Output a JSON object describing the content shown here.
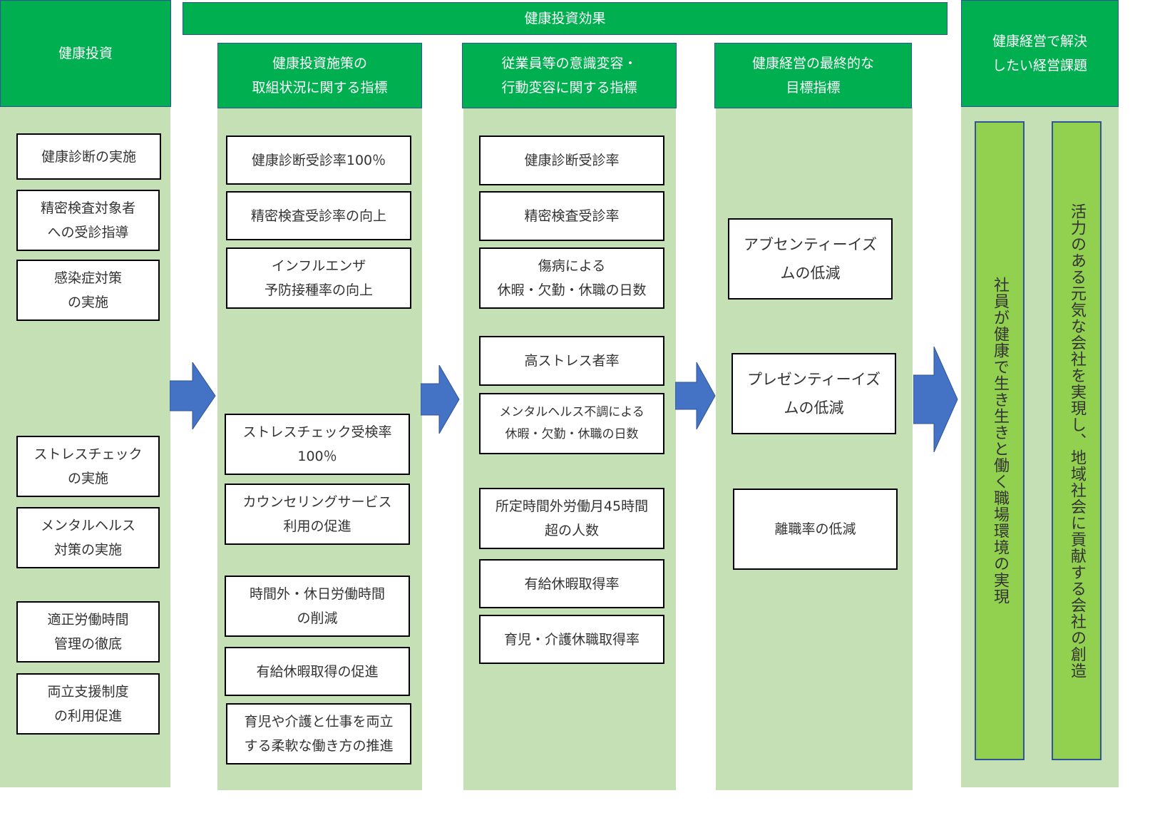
{
  "colors": {
    "header_green": "#00b050",
    "column_light_green": "#c5e0b4",
    "arrow_blue": "#4472c4",
    "vertical_box_green": "#92d050"
  },
  "headers": {
    "investment": "健康投資",
    "effect": "健康投資効果",
    "initiative": "健康投資施策の\n取組状況に関する指標",
    "awareness": "従業員等の意識変容・\n行動変容に関する指標",
    "final": "健康経営の最終的な\n目標指標",
    "issues": "健康経営で解決\nしたい経営課題"
  },
  "investment_items": [
    "健康診断の実施",
    "精密検査対象者\nへの受診指導",
    "感染症対策\nの実施",
    "ストレスチェック\nの実施",
    "メンタルヘルス\n対策の実施",
    "適正労働時間\n管理の徹底",
    "両立支援制度\nの利用促進"
  ],
  "initiative_items": [
    "健康診断受診率100％",
    "精密検査受診率の向上",
    "インフルエンザ\n予防接種率の向上",
    "ストレスチェック受検率\n100％",
    "カウンセリングサービス\n利用の促進",
    "時間外・休日労働時間\nの削減",
    "有給休暇取得の促進",
    "育児や介護と仕事を両立\nする柔軟な働き方の推進"
  ],
  "awareness_items": [
    "健康診断受診率",
    "精密検査受診率",
    "傷病による\n休暇・欠勤・休職の日数",
    "高ストレス者率",
    "メンタルヘルス不調による\n休暇・欠勤・休職の日数",
    "所定時間外労働月45時間\n超の人数",
    "有給休暇取得率",
    "育児・介護休職取得率"
  ],
  "final_items": [
    "アブセンティーイズ\nムの低減",
    "プレゼンティーイズ\nムの低減",
    "離職率の低減"
  ],
  "issues_items": [
    "社員が健康で生き生きと働く職場環境の実現",
    "活力のある元気な会社を実現し、地域社会に貢献する会社の創造"
  ]
}
